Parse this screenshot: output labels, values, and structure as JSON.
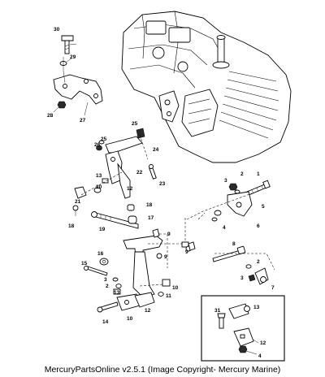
{
  "caption": "MercuryPartsOnline v2.5.1 (Image Copyright- Mercury Marine)",
  "callouts": [
    "30",
    "29",
    "27",
    "28",
    "25",
    "26",
    "24",
    "25",
    "22",
    "23",
    "13",
    "20",
    "12",
    "21",
    "18",
    "19",
    "18",
    "17",
    "9",
    "9",
    "16",
    "15",
    "3",
    "2",
    "13",
    "14",
    "10",
    "12",
    "11",
    "10",
    "9",
    "1",
    "2",
    "3",
    "5",
    "4",
    "6",
    "8",
    "2",
    "3",
    "7",
    "31",
    "13",
    "12",
    "4"
  ]
}
